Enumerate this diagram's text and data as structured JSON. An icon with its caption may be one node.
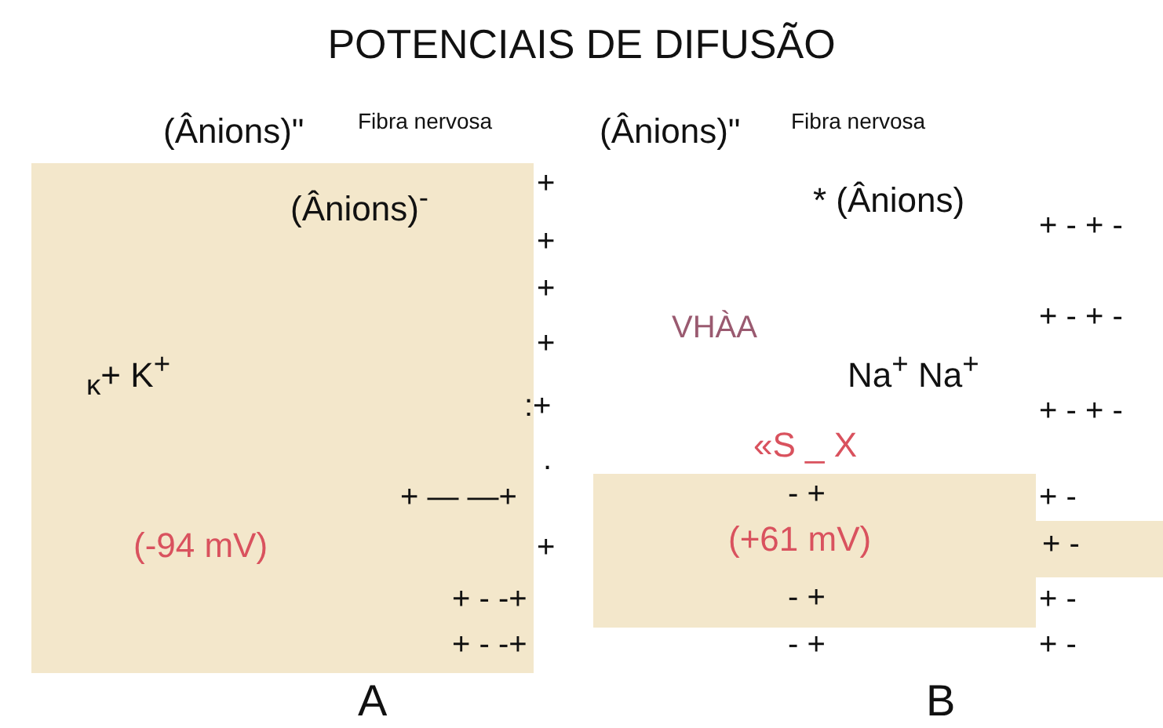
{
  "diagram": {
    "title": "POTENCIAIS DE DIFUSÃO",
    "nodes": [
      {
        "text": [
          "(Ânions)$^{-}$",
          "$_{κ}$+ K$^{+}$",
          "(-94 mV)"
        ]
      },
      {
        "text": [
          "- +",
          "(+61 mV)",
          "- +"
        ]
      },
      {
        "text": [
          "+ -"
        ]
      }
    ],
    "labels": [
      "(Ânions)\"",
      "Fibra nervosa",
      "(Ânions)\"",
      "Fibra nervosa",
      "+",
      "* (Ânions)",
      "+",
      "+ - + -",
      "+",
      "+",
      "VHÀA",
      "+ - + -",
      "Na$^{+}$ Na$^{+}$",
      ":+",
      "+ - + -",
      "«S _ X",
      ".",
      "+ — —+",
      "+ -",
      "+",
      "+ - -+",
      "+ -",
      "+ - -+",
      "- +",
      "+ -",
      "A",
      "B"
    ]
  }
}
